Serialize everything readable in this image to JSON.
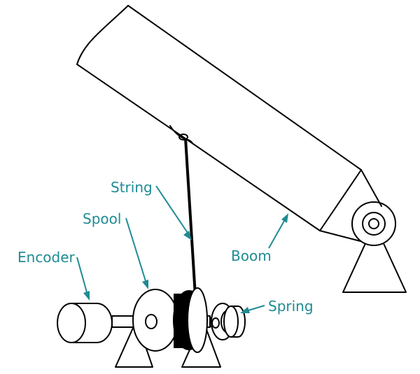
{
  "labels": {
    "string": "String",
    "spool": "Spool",
    "encoder": "Encoder",
    "boom": "Boom",
    "spring": "Spring"
  },
  "colors": {
    "label": "#1f8b93",
    "line": "#000000"
  }
}
